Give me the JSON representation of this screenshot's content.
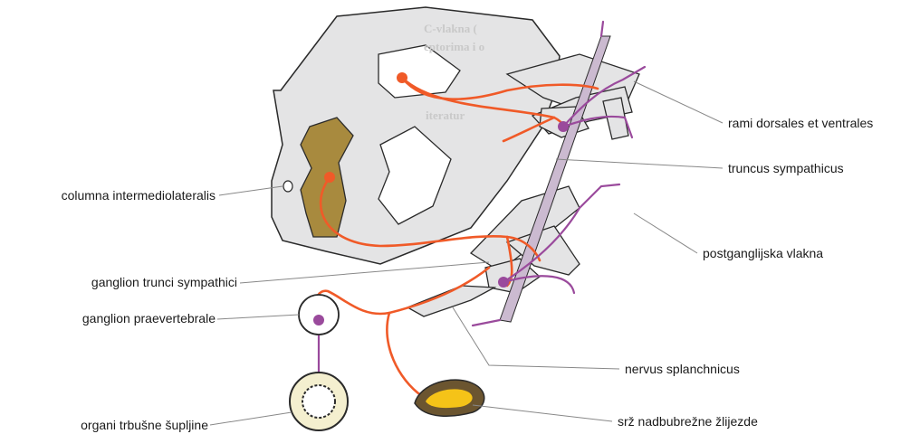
{
  "labels": {
    "columna": "columna intermediolateralis",
    "ganglion_trunci": "ganglion trunci sympathici",
    "ganglion_prae": "ganglion praevertebrale",
    "organi": "organi trbušne šupljine",
    "rami": "rami dorsales et ventrales",
    "truncus": "truncus sympathicus",
    "postgang": "postganglijska vlakna",
    "splanchnicus": "nervus splanchnicus",
    "srz": "srž nadbubrežne žlijezde"
  },
  "bleed_text": {
    "line1": "C-vlakna (",
    "line2": "eptorima i o",
    "line3": "iteratur"
  },
  "colors": {
    "gray_matter": "#e4e4e5",
    "outline": "#2a2a2a",
    "column": "#a88a3e",
    "preganglionic": "#f05a28",
    "postganglionic": "#9a4a9c",
    "adrenal_outer": "#6b5530",
    "adrenal_inner": "#f5c318",
    "leader": "#888888"
  }
}
